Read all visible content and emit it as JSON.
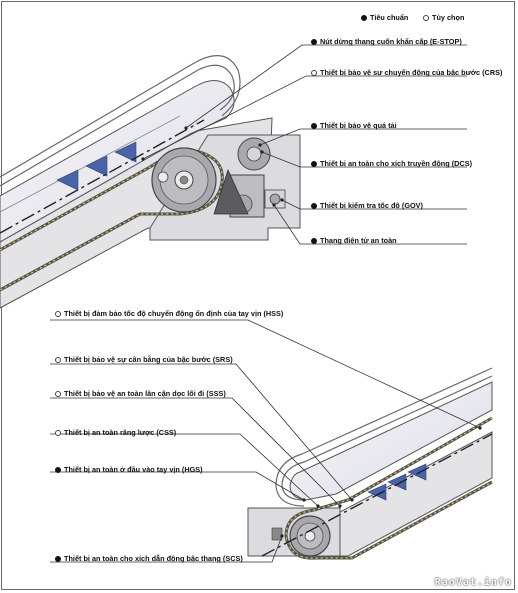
{
  "legend": {
    "standard": "Tiêu chuẩn",
    "optional": "Tùy chọn"
  },
  "top_labels": [
    {
      "text": "Nút dừng thang cuốn khẩn cấp (E-STOP)",
      "type": "standard"
    },
    {
      "text": "Thiết bị bảo vệ sự chuyển động của bậc bước (CRS)",
      "type": "optional"
    },
    {
      "text": "Thiết bị bảo vệ quá tải",
      "type": "standard"
    },
    {
      "text": "Thiết bị an toàn cho xích truyền động (DCS)",
      "type": "standard"
    },
    {
      "text": "Thiết bị kiểm tra tốc độ (GOV)",
      "type": "standard"
    },
    {
      "text": "Thang điện tử an toàn",
      "type": "standard"
    }
  ],
  "bottom_labels": [
    {
      "text": "Thiết bị đảm bảo tốc độ chuyển động ổn định của tay vịn (HSS)",
      "type": "optional"
    },
    {
      "text": "Thiết bị bảo vệ sự cân bằng của bậc bước (SRS)",
      "type": "optional"
    },
    {
      "text": "Thiết bị bảo vệ an toàn lăn cận dọc lối đi (SSS)",
      "type": "optional"
    },
    {
      "text": "Thiết bị an toàn răng lược (CSS)",
      "type": "optional"
    },
    {
      "text": "Thiết bị an toàn ở đầu vào tay vịn (HGS)",
      "type": "standard"
    },
    {
      "text": "Thiết bị an toàn cho xích dẫn động bậc thang (SCS)",
      "type": "standard"
    }
  ],
  "watermark": "RaoVat.info"
}
